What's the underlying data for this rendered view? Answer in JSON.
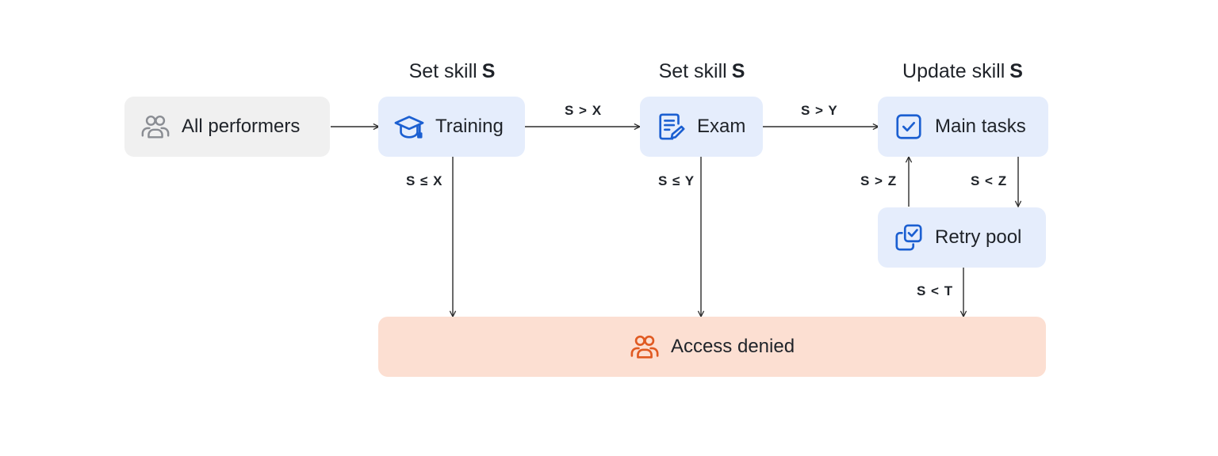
{
  "stage_headings": {
    "training": {
      "prefix": "Set skill",
      "var": "S"
    },
    "exam": {
      "prefix": "Set skill",
      "var": "S"
    },
    "main": {
      "prefix": "Update skill",
      "var": "S"
    }
  },
  "nodes": {
    "all_performers": {
      "label": "All performers",
      "icon": "people-icon",
      "color": "#8a8d93"
    },
    "training": {
      "label": "Training",
      "icon": "graduation-cap-icon",
      "color": "#1b5fd1"
    },
    "exam": {
      "label": "Exam",
      "icon": "document-edit-icon",
      "color": "#1b5fd1"
    },
    "main_tasks": {
      "label": "Main tasks",
      "icon": "checkbox-icon",
      "color": "#1b5fd1"
    },
    "retry_pool": {
      "label": "Retry pool",
      "icon": "stacked-checkbox-icon",
      "color": "#1b5fd1"
    },
    "access_denied": {
      "label": "Access denied",
      "icon": "people-icon",
      "color": "#e05a22"
    }
  },
  "edges": {
    "training_to_exam": "S > X",
    "exam_to_main": "S > Y",
    "training_to_denied": "S ≤ X",
    "exam_to_denied": "S ≤ Y",
    "retry_to_main": "S > Z",
    "main_to_retry": "S < Z",
    "retry_to_denied": "S < T"
  },
  "colors": {
    "gray_node": "#f0f0f0",
    "blue_node": "#e5edfc",
    "peach_node": "#fcdfd2",
    "accent_blue": "#1b5fd1",
    "accent_orange": "#e05a22",
    "line": "#2b2b2b"
  }
}
